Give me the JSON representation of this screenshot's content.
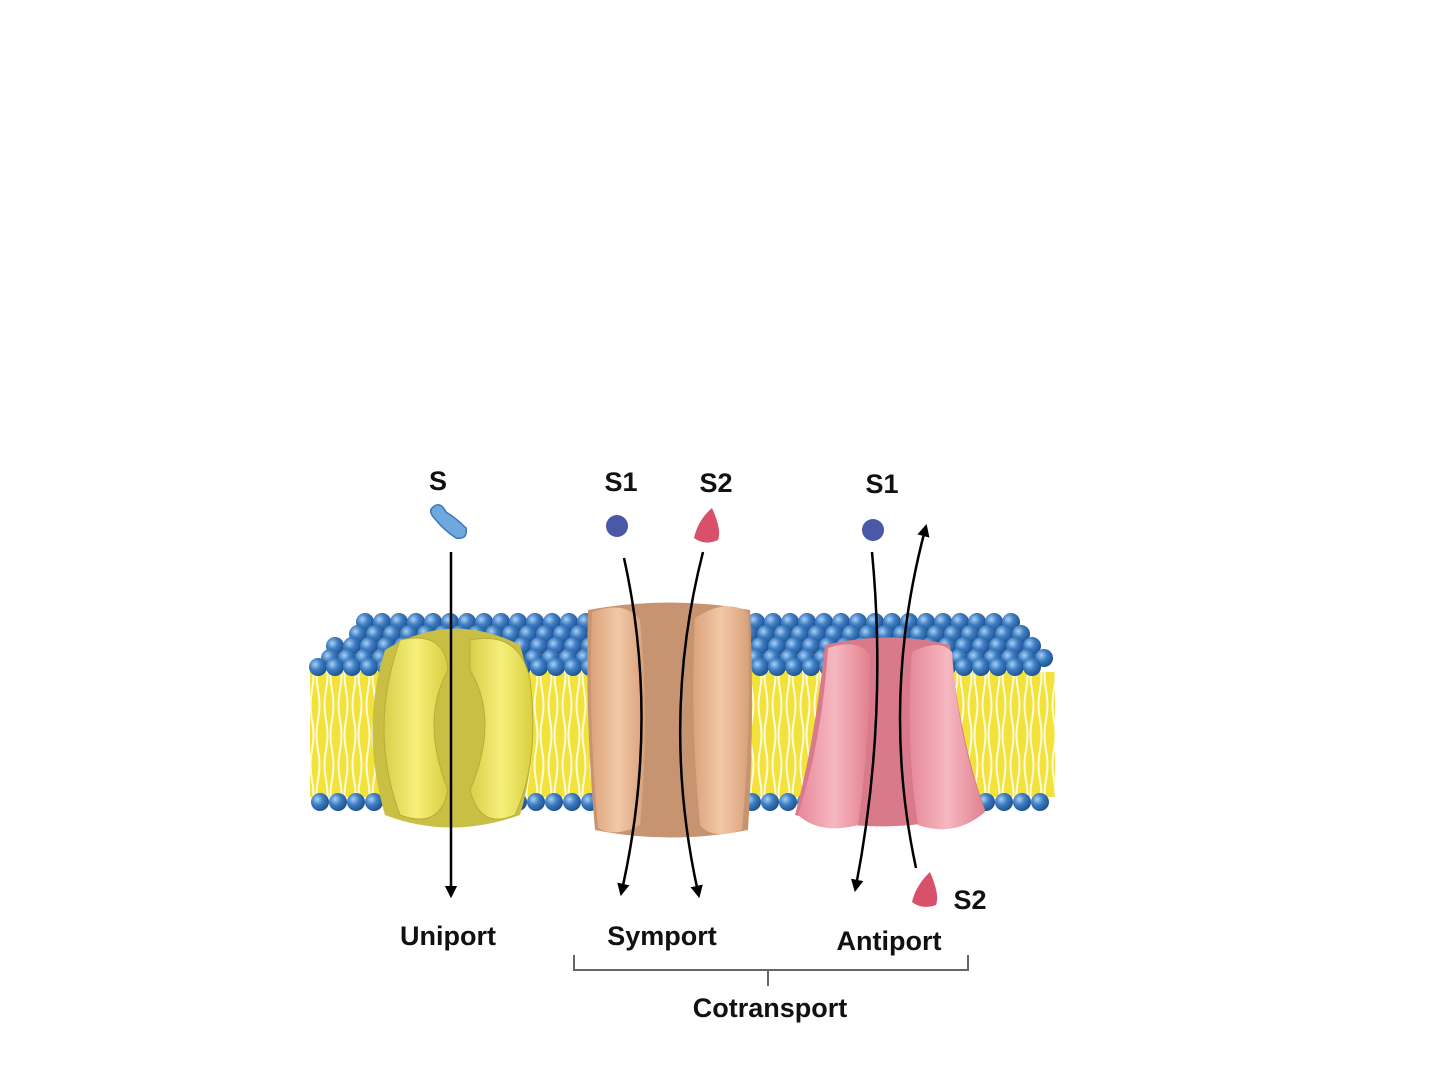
{
  "labels": {
    "uniport_substrate": "S",
    "symport_s1": "S1",
    "symport_s2": "S2",
    "antiport_s1": "S1",
    "antiport_s2": "S2",
    "uniport": "Uniport",
    "symport": "Symport",
    "antiport": "Antiport",
    "cotransport": "Cotransport"
  },
  "colors": {
    "lipid_head": "#3f7fc4",
    "lipid_tail": "#f2e23a",
    "uniport_protein": "#ece55a",
    "symport_protein": "#e8b48e",
    "antiport_protein": "#ec98a4",
    "s1_molecule": "#4a58a8",
    "s2_molecule": "#d8506a",
    "s_molecule": "#6fa8dc"
  }
}
